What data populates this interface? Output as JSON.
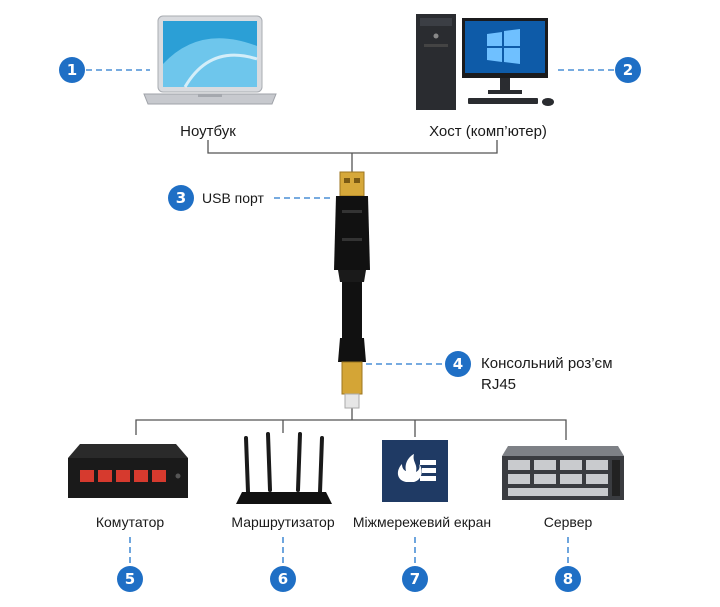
{
  "colors": {
    "accent": "#1f6fc5",
    "line": "#555555",
    "dash": "#4a8fd6"
  },
  "top": [
    {
      "num": "1",
      "label": "Ноутбук",
      "icon": "laptop-icon"
    },
    {
      "num": "2",
      "label": "Хост (комп’ютер)",
      "icon": "desktop-computer-icon"
    }
  ],
  "cable": [
    {
      "num": "3",
      "label": "USB порт",
      "icon": "usb-connector-icon"
    },
    {
      "num": "4",
      "label": "Консольний роз’єм",
      "label2": "RJ45",
      "icon": "rj45-connector-icon"
    }
  ],
  "bottom": [
    {
      "num": "5",
      "label": "Комутатор",
      "icon": "network-switch-icon"
    },
    {
      "num": "6",
      "label": "Маршрутизатор",
      "icon": "wifi-router-icon"
    },
    {
      "num": "7",
      "label": "Міжмережевий екран",
      "icon": "firewall-icon"
    },
    {
      "num": "8",
      "label": "Сервер",
      "icon": "rack-server-icon"
    }
  ]
}
